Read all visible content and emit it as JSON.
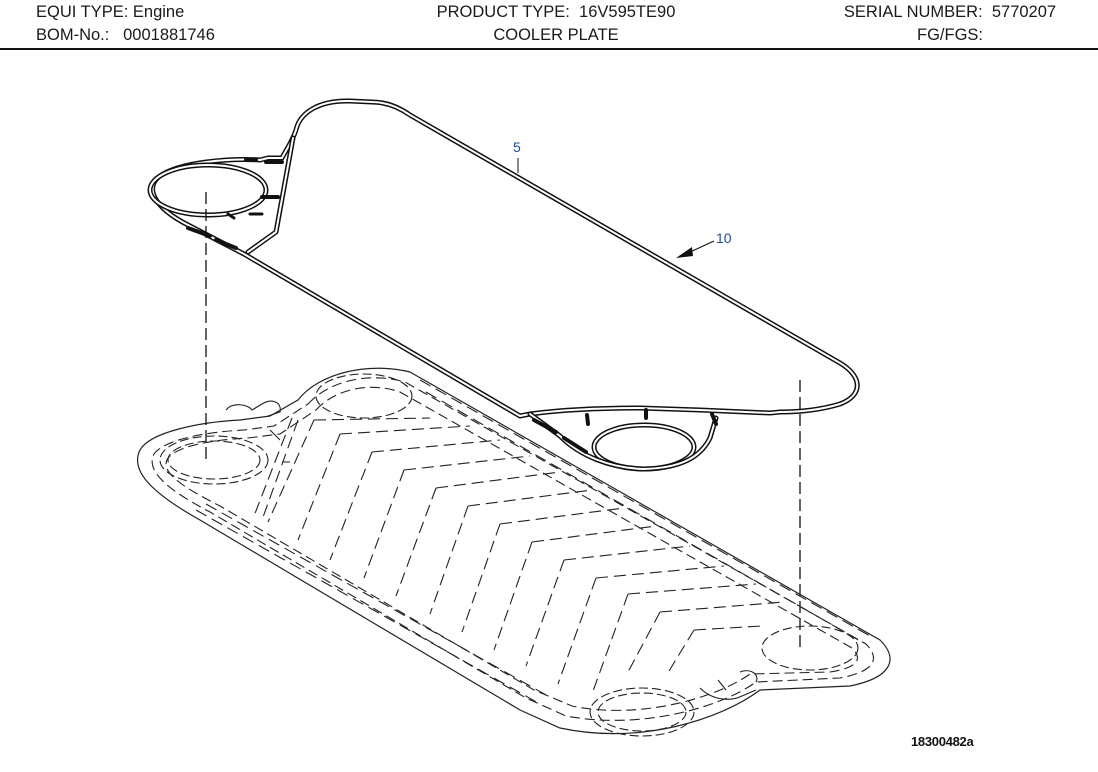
{
  "header": {
    "equi_type_label": "EQUI TYPE:",
    "equi_type_value": "Engine",
    "product_type_label": "PRODUCT TYPE:",
    "product_type_value": "16V595TE90",
    "serial_number_label": "SERIAL NUMBER:",
    "serial_number_value": "5770207",
    "bom_label": "BOM-No.:",
    "bom_value": "0001881746",
    "title": "COOLER PLATE",
    "fg_label": "FG/FGS:",
    "fg_value": ""
  },
  "drawing": {
    "callouts": [
      {
        "id": "5",
        "label": "5",
        "part": "gasket-upper-edge"
      },
      {
        "id": "10",
        "label": "10",
        "part": "gasket"
      }
    ],
    "drawing_number": "18300482a",
    "callout_color": "#1f4aa0",
    "line_color": "#111111"
  }
}
